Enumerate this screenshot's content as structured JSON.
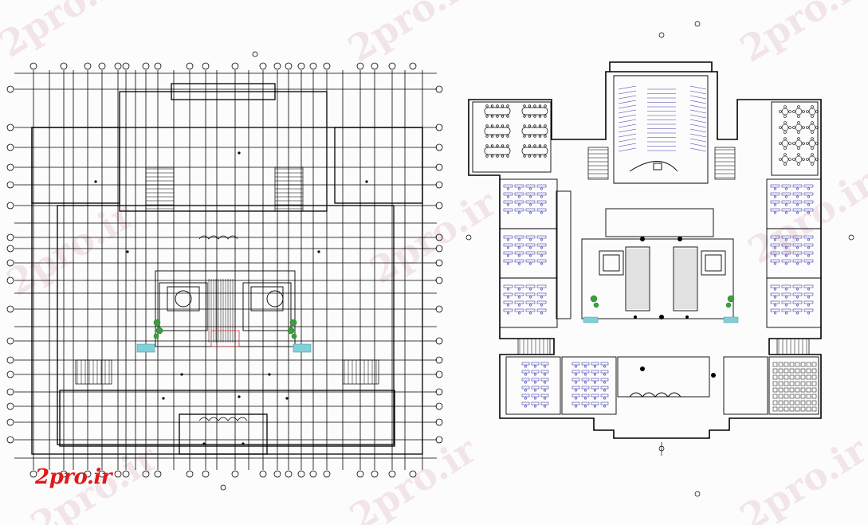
{
  "watermark": {
    "text": "2pro.ir",
    "color": "#d8a9b8"
  },
  "logo": {
    "text": "2pro.ir",
    "color": "#e01a1a"
  },
  "left_plan": {
    "name": "structural-grid-plan",
    "line_color": "#000000"
  },
  "right_plan": {
    "name": "furnished-floor-plan",
    "line_color": "#000000",
    "seat_color": "#3b3ba8",
    "glass_color": "#7fd0d8",
    "plant_color": "#3aa03a"
  }
}
